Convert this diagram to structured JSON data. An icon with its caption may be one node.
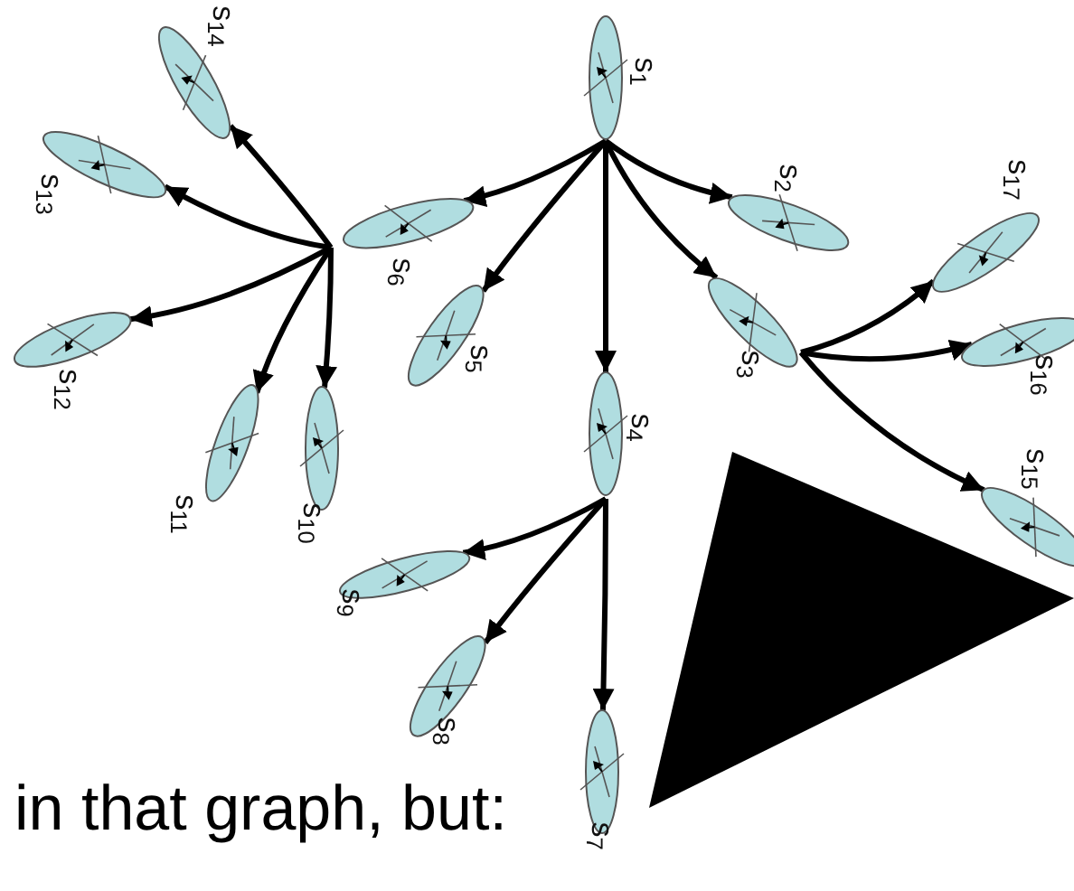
{
  "diagram": {
    "nodes": [
      {
        "text": [
          "s$_{1}$"
        ]
      },
      {
        "text": [
          "s$_{2}$"
        ]
      },
      {
        "text": [
          "s$_{3}$"
        ]
      },
      {
        "text": [
          "s$_{4}$"
        ]
      },
      {
        "text": [
          "s$_{5}$"
        ]
      },
      {
        "text": [
          "s$_{6}$"
        ]
      },
      {
        "text": [
          "s$_{7}$"
        ]
      },
      {
        "text": [
          "s$_{8}$"
        ]
      },
      {
        "text": [
          "s$_{9}$"
        ]
      },
      {
        "text": [
          "s$_{10}$"
        ]
      },
      {
        "text": [
          "s$_{11}$"
        ]
      },
      {
        "text": [
          "s$_{12}$"
        ]
      },
      {
        "text": [
          "s$_{13}$"
        ]
      },
      {
        "text": [
          "s$_{14}$"
        ]
      },
      {
        "text": [
          "s$_{15}$"
        ]
      },
      {
        "text": [
          "s$_{16}$"
        ]
      },
      {
        "text": [
          "s$_{17}$"
        ]
      }
    ],
    "edges": [
      {
        "from": 0,
        "to": 1,
        "arrow": "to"
      },
      {
        "from": 0,
        "to": 2,
        "arrow": "to"
      },
      {
        "from": 0,
        "to": 3,
        "arrow": "to"
      },
      {
        "from": 0,
        "to": 4,
        "arrow": "to"
      },
      {
        "from": 0,
        "to": 5,
        "arrow": "to"
      },
      {
        "from": 5,
        "to": 13,
        "arrow": "to"
      },
      {
        "from": 5,
        "to": 12,
        "arrow": "to"
      },
      {
        "from": 5,
        "to": 11,
        "arrow": "to"
      },
      {
        "from": 5,
        "to": 10,
        "arrow": "to"
      },
      {
        "from": 5,
        "to": 9,
        "arrow": "to"
      },
      {
        "from": 2,
        "to": 16,
        "arrow": "to"
      },
      {
        "from": 2,
        "to": 15,
        "arrow": "to"
      },
      {
        "from": 2,
        "to": 14,
        "arrow": "to"
      },
      {
        "from": 3,
        "to": 8,
        "arrow": "to"
      },
      {
        "from": 3,
        "to": 7,
        "arrow": "to"
      },
      {
        "from": 3,
        "to": 6,
        "arrow": "to"
      }
    ],
    "labels": [
      "in that graph, but:"
    ]
  }
}
